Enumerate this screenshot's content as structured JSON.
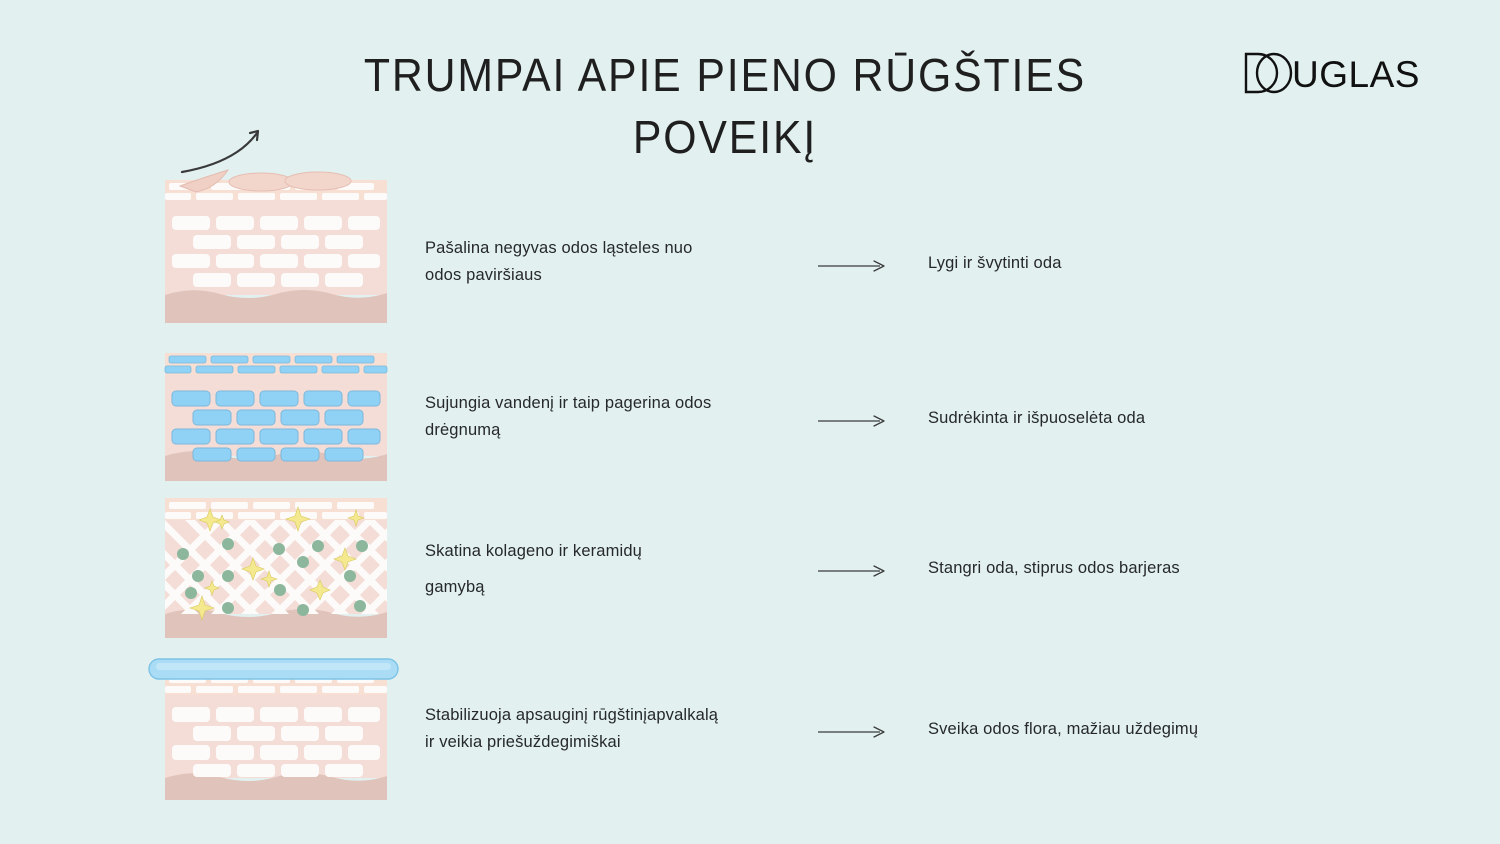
{
  "header": {
    "title": "TRUMPAI APIE PIENO RŪGŠTIES POVEIKĮ",
    "brand": "DOUGLAS"
  },
  "colors": {
    "background": "#e2f1f0",
    "skin_epidermis": "#f7dfd4",
    "skin_dermis": "#f4ddd6",
    "skin_hypodermis": "#e0c3bb",
    "cell_white": "#fdfbfa",
    "cell_blue": "#8fd2f5",
    "cell_blue_border": "#7cb8dc",
    "barrier_blue": "#aaddf5",
    "ceramide_green": "#8cb79d",
    "sparkle_yellow": "#f5e98f",
    "text": "#26282b",
    "arrow": "#3b3b3b"
  },
  "rows": [
    {
      "illustration": "skin-flaking-dead-cells",
      "description": "Pašalina negyvas odos ląsteles nuo odos paviršiaus",
      "description_lines": [
        "Pašalina negyvas odos ląsteles nuo",
        "odos paviršiaus"
      ],
      "result": "Lygi ir švytinti oda"
    },
    {
      "illustration": "skin-hydrated-blue-cells",
      "description": "Sujungia vandenį ir taip pagerina odos drėgnumą",
      "description_lines": [
        "Sujungia vandenį ir taip pagerina odos",
        "drėgnumą"
      ],
      "result": "Sudrėkinta ir išpuoselėta oda"
    },
    {
      "illustration": "skin-collagen-mesh-ceramides",
      "description": "Skatina kolageno ir keramidų gamybą",
      "description_lines": [
        "Skatina kolageno ir keramidų",
        "gamybą"
      ],
      "result": "Stangri oda, stiprus odos barjeras"
    },
    {
      "illustration": "skin-acid-mantle-barrier",
      "description": "Stabilizuoja apsauginį rūgštinįapvalkalą ir veikia priešuždegimiškai",
      "description_lines": [
        "Stabilizuoja apsauginį rūgštinįapvalkalą",
        "ir veikia priešuždegimiškai"
      ],
      "result": "Sveika odos flora, mažiau uždegimų"
    }
  ]
}
